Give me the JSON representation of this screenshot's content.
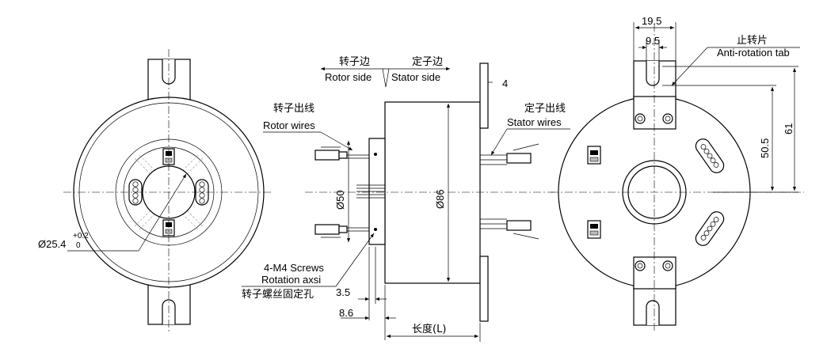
{
  "left_view": {
    "bore_dim": "Ø25.4",
    "bore_tol_upper": "+0.2",
    "bore_tol_lower": "0"
  },
  "side_view": {
    "rotor_side_cn": "转子边",
    "rotor_side_en": "Rotor side",
    "stator_side_cn": "定子边",
    "stator_side_en": "Stator side",
    "flange_thickness": "4",
    "stator_wires_cn": "定子出线",
    "stator_wires_en": "Stator wires",
    "rotor_wires_cn": "转子出线",
    "rotor_wires_en": "Rotor wires",
    "rotor_dia": "Ø50",
    "body_dia": "Ø86",
    "screws_en": "4-M4 Screws",
    "rotation_axis_en": "Rotation axsi",
    "screws_cn": "转子螺丝固定孔",
    "dim_3_5": "3.5",
    "dim_8_6": "8.6",
    "length_label": "长度(L)"
  },
  "right_view": {
    "tab_width": "19.5",
    "slot_width": "9.5",
    "anti_rotation_cn": "止转片",
    "anti_rotation_en": "Anti-rotation tab",
    "dim_50_5": "50.5",
    "dim_61": "61"
  }
}
